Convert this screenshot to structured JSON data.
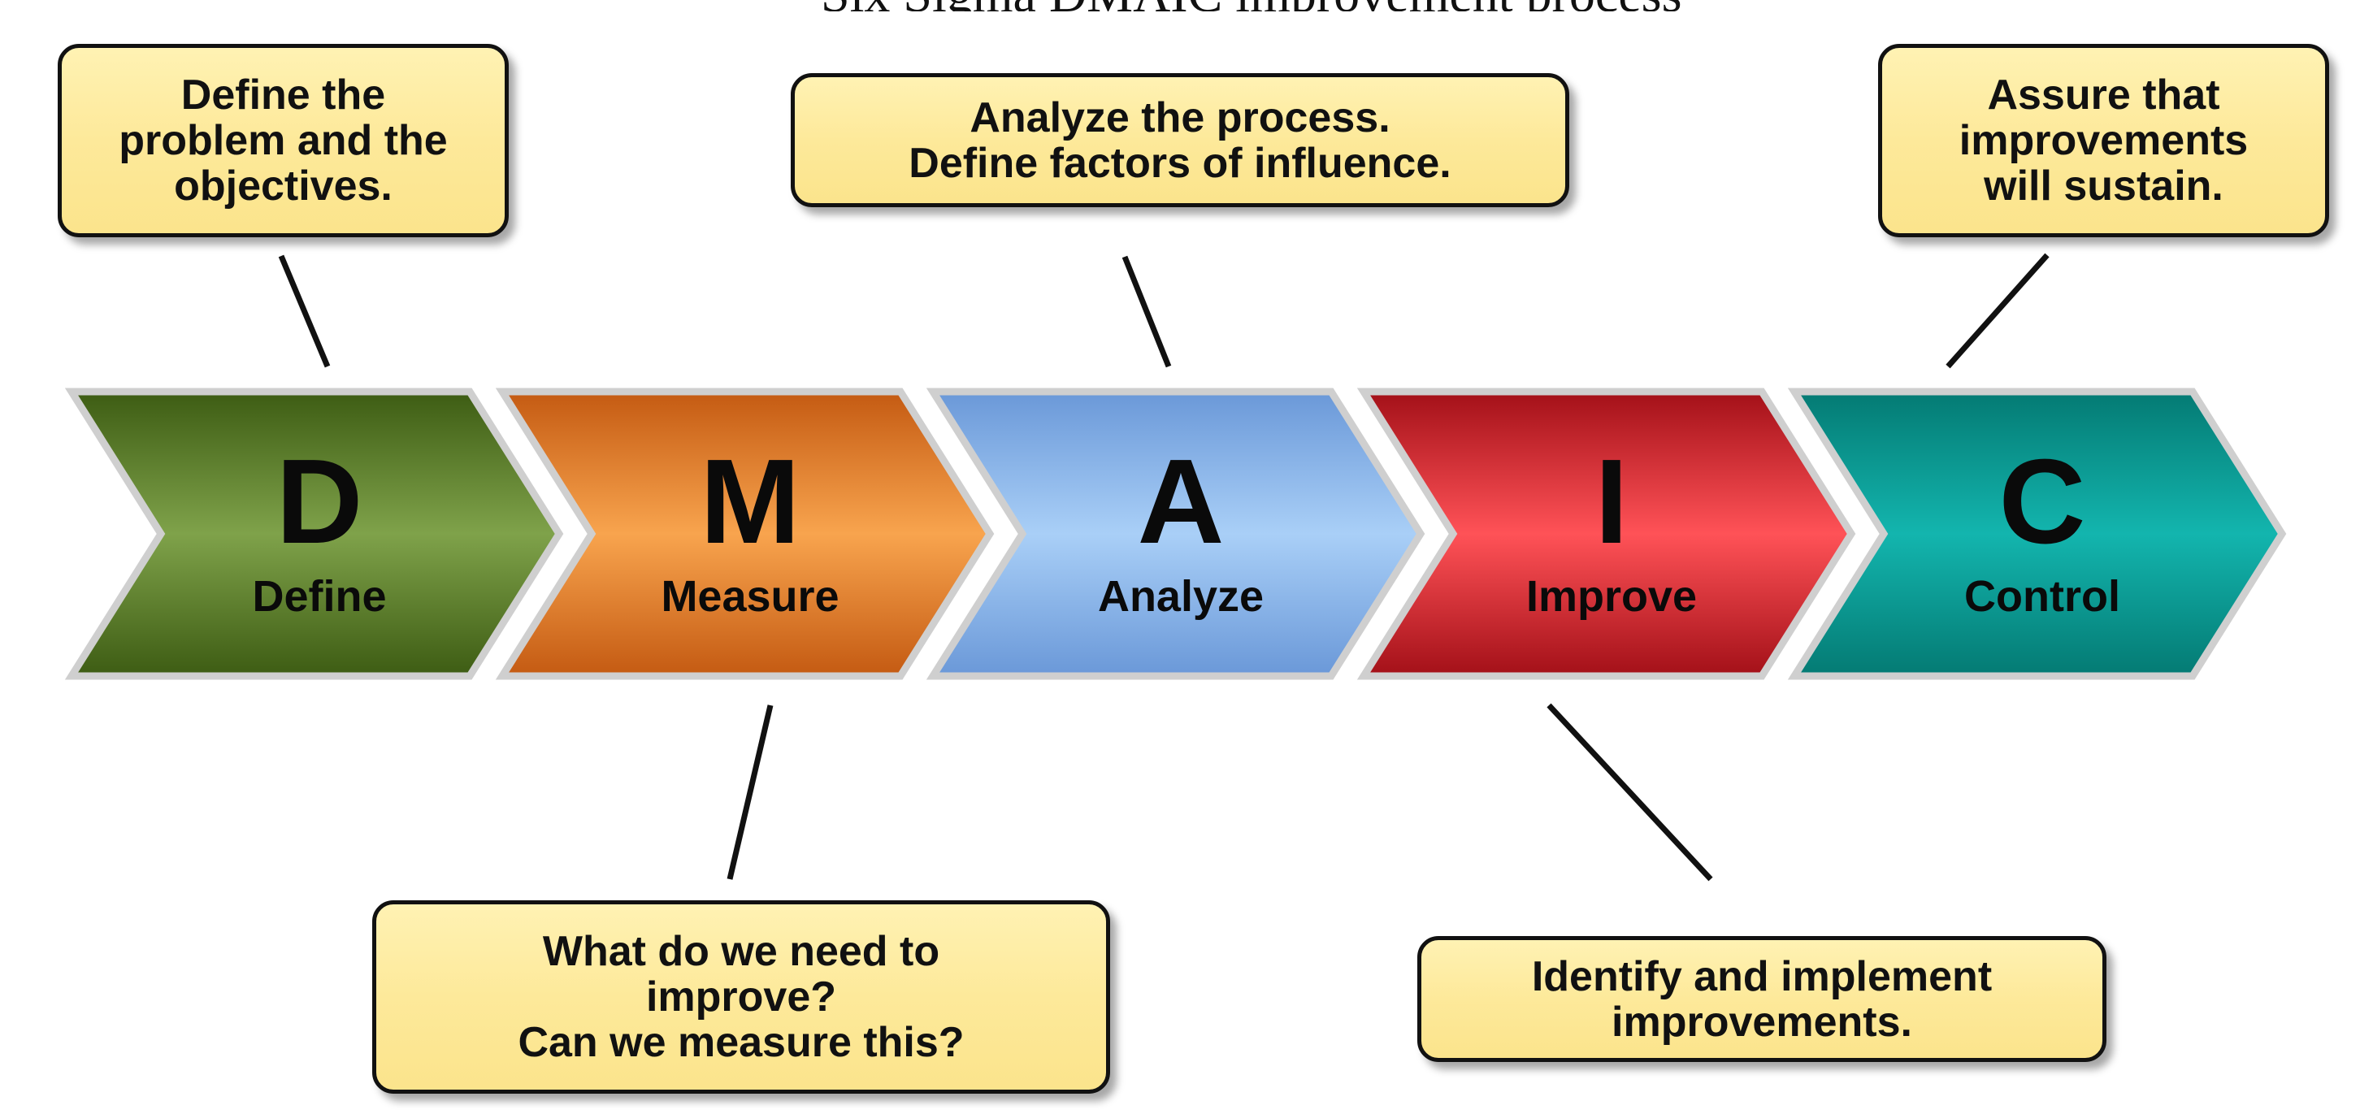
{
  "header_fragment": "Six Sigma DMAIC improvement process",
  "steps": [
    {
      "letter": "D",
      "name": "Define",
      "color_dark": "#3d5c13",
      "color_light": "#7fa24a"
    },
    {
      "letter": "M",
      "name": "Measure",
      "color_dark": "#c45a12",
      "color_light": "#f8a44e"
    },
    {
      "letter": "A",
      "name": "Analyze",
      "color_dark": "#6a98d8",
      "color_light": "#a9cff7"
    },
    {
      "letter": "I",
      "name": "Improve",
      "color_dark": "#a31018",
      "color_light": "#ff5257"
    },
    {
      "letter": "C",
      "name": "Control",
      "color_dark": "#047a73",
      "color_light": "#13b5ae"
    }
  ],
  "callouts": {
    "define": "Define the\nproblem and the\nobjectives.",
    "measure": "What do we need to\nimprove?\nCan we measure this?",
    "analyze": "Analyze the process.\nDefine factors of influence.",
    "improve": "Identify and implement\nimprovements.",
    "control": "Assure that\nimprovements\nwill sustain."
  },
  "colors": {
    "callout_fill": "#fde99a",
    "outline": "#cfcfcf",
    "line": "#111111"
  }
}
